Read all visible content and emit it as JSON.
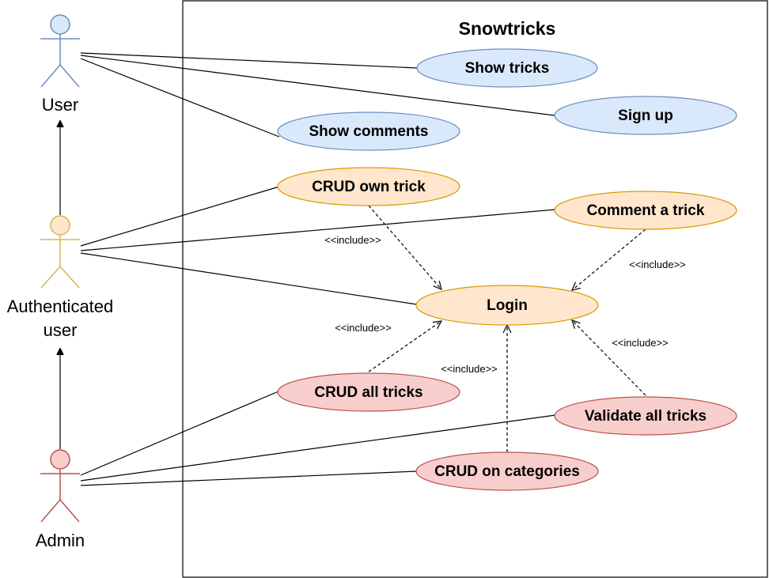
{
  "system": {
    "title": "Snowtricks"
  },
  "actors": {
    "user": {
      "label": "User",
      "color": "#6c8ebf",
      "fill": "#dae8fc"
    },
    "authenticated": {
      "label_line1": "Authenticated",
      "label_line2": "user",
      "color": "#d6b656",
      "fill": "#ffe6cc"
    },
    "admin": {
      "label": "Admin",
      "color": "#b85450",
      "fill": "#f8cecc"
    }
  },
  "use_cases": {
    "show_tricks": "Show tricks",
    "sign_up": "Sign up",
    "show_comments": "Show comments",
    "crud_own_trick": "CRUD own trick",
    "comment_a_trick": "Comment a trick",
    "login": "Login",
    "crud_all_tricks": "CRUD all tricks",
    "validate_all_tricks": "Validate all tricks",
    "crud_on_categories": "CRUD on categories"
  },
  "include_label": "<<include>>",
  "colors": {
    "blue_fill": "#dae8fc",
    "blue_stroke": "#6c8ebf",
    "orange_fill": "#ffe6cc",
    "orange_stroke": "#d79b00",
    "red_fill": "#f8cecc",
    "red_stroke": "#b85450"
  }
}
